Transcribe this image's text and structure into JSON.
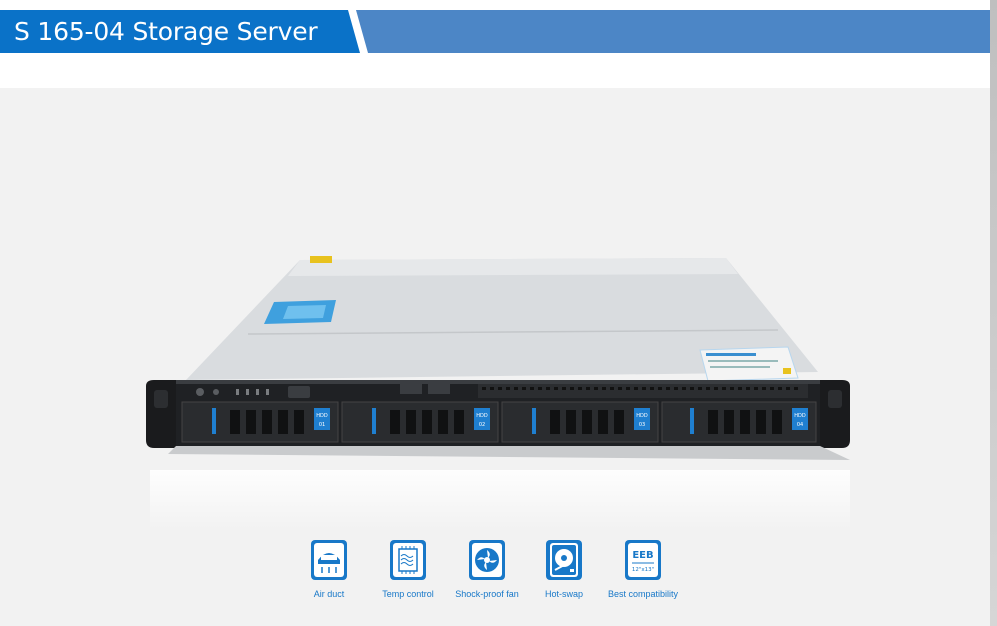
{
  "header": {
    "title": "S 165-04 Storage Server"
  },
  "server": {
    "drive_label": "HDD",
    "bays": [
      "01",
      "02",
      "03",
      "04"
    ]
  },
  "features": [
    {
      "label": "Air duct",
      "icon": "air-duct-icon"
    },
    {
      "label": "Temp control",
      "icon": "temp-control-icon"
    },
    {
      "label": "Shock-proof fan",
      "icon": "fan-icon"
    },
    {
      "label": "Hot-swap",
      "icon": "hot-swap-drive-icon"
    },
    {
      "label": "Best compatibility",
      "icon": "eeb-board-icon",
      "badge_title": "EEB",
      "badge_size": "12\"x13\""
    }
  ],
  "colors": {
    "title_tab": "#0a72c8",
    "banner": "#4c86c6",
    "feature_blue": "#1878c8",
    "stage": "#f2f2f2"
  }
}
